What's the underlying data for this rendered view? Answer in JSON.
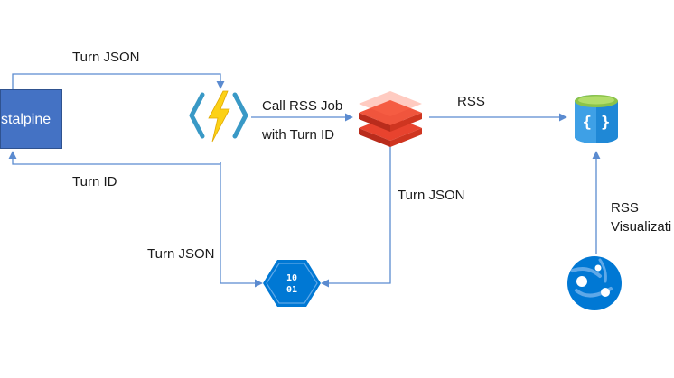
{
  "nodes": {
    "source_label": "stalpine"
  },
  "edges": {
    "turn_json_top": "Turn JSON",
    "turn_id_bottom": "Turn ID",
    "call_rss_line1": "Call RSS Job",
    "call_rss_line2": "with Turn ID",
    "rss": "RSS",
    "turn_json_right": "Turn JSON",
    "turn_json_left": "Turn JSON",
    "rss_vis_line1": "RSS",
    "rss_vis_line2": "Visualizati"
  },
  "icons": {
    "function": "azure-functions-icon",
    "databricks": "databricks-icon",
    "cosmos": "cosmos-db-icon",
    "storage": "data-lake-icon",
    "webapp": "web-app-icon"
  },
  "colors": {
    "node_fill": "#4472c4",
    "connector": "#5b8bd0",
    "databricks_red": "#e8432e",
    "functions_yellow": "#fcd116",
    "azure_blue": "#0078d4"
  }
}
